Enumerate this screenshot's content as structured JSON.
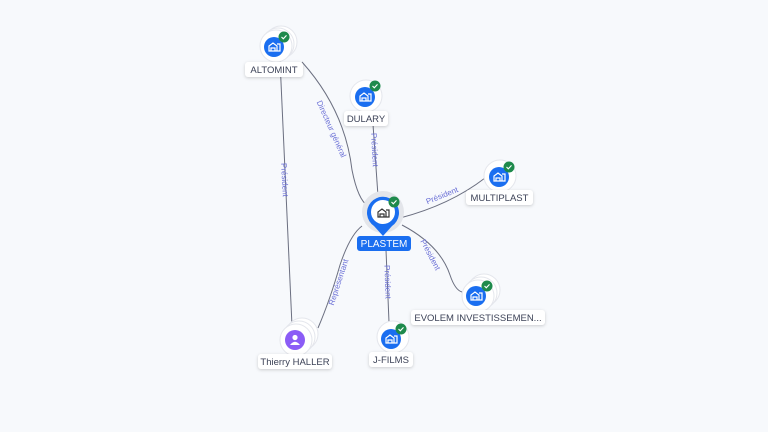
{
  "colors": {
    "company": "#1a6ef0",
    "person": "#8b5cf6",
    "verified": "#1e8a4c",
    "edge_label": "#6a6fd6",
    "center": "#1a6ef0"
  },
  "center": {
    "label": "PLASTEM",
    "icon": "building-icon"
  },
  "nodes": [
    {
      "label": "ALTOMINT",
      "type": "company",
      "icon": "building-icon",
      "verified": true
    },
    {
      "label": "DULARY",
      "type": "company",
      "icon": "building-icon",
      "verified": true
    },
    {
      "label": "MULTIPLAST",
      "type": "company",
      "icon": "building-icon",
      "verified": true
    },
    {
      "label": "EVOLEM INVESTISSEMEN...",
      "type": "company",
      "icon": "building-icon",
      "verified": true
    },
    {
      "label": "J-FILMS",
      "type": "company",
      "icon": "building-icon",
      "verified": true
    },
    {
      "label": "Thierry HALLER",
      "type": "person",
      "icon": "person-icon",
      "verified": false
    }
  ],
  "edges": [
    {
      "from": "ALTOMINT",
      "to": "Thierry HALLER",
      "label": "Président"
    },
    {
      "from": "ALTOMINT",
      "to": "PLASTEM",
      "label": "Directeur général"
    },
    {
      "from": "DULARY",
      "to": "PLASTEM",
      "label": "Président"
    },
    {
      "from": "PLASTEM",
      "to": "MULTIPLAST",
      "label": "Président"
    },
    {
      "from": "PLASTEM",
      "to": "EVOLEM INVESTISSEMEN...",
      "label": "Président"
    },
    {
      "from": "PLASTEM",
      "to": "J-FILMS",
      "label": "Président"
    },
    {
      "from": "Thierry HALLER",
      "to": "PLASTEM",
      "label": "Représentant"
    }
  ]
}
